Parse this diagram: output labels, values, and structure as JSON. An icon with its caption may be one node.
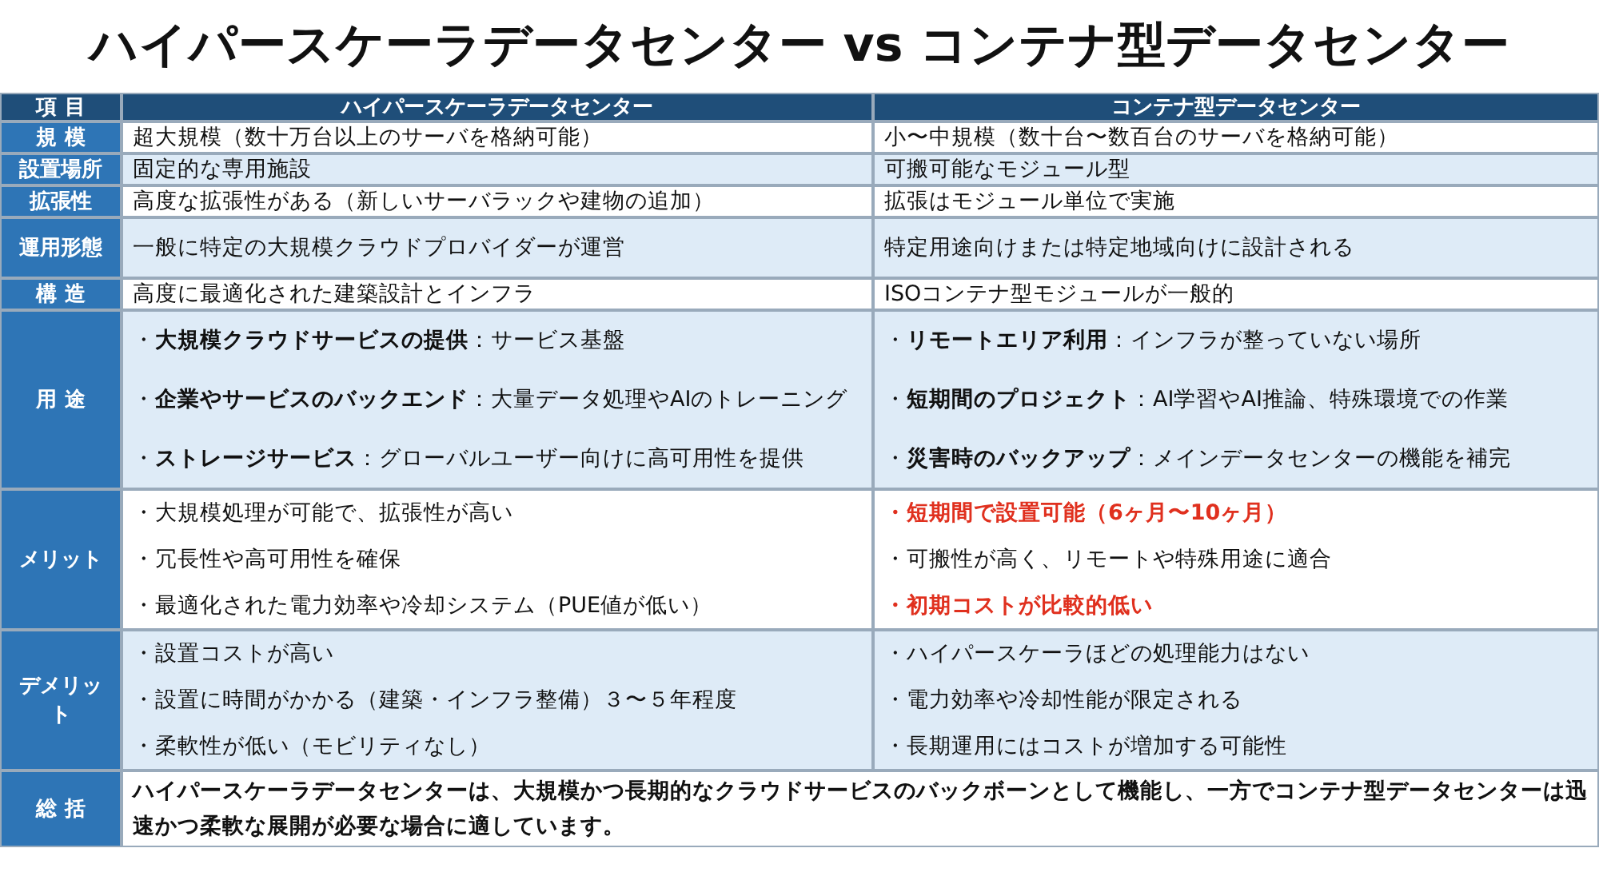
{
  "diagram": {
    "title": "ハイパースケーラデータセンター vs コンテナ型データセンター",
    "labels": [
      "項 目",
      "ハイパースケーラデータセンター",
      "コンテナ型データセンター",
      "規 模",
      "超大規模（数十万台以上のサーバを格納可能）",
      "小〜中規模（数十台〜数百台のサーバを格納可能）",
      "設置場所",
      "固定的な専用施設",
      "可搬可能なモジュール型",
      "拡張性",
      "高度な拡張性がある（新しいサーバラックや建物の追加）",
      "拡張はモジュール単位で実施",
      "運用形態",
      "一般に特定の大規模クラウドプロバイダーが運営",
      "特定用途向けまたは特定地域向けに設計される",
      "構 造",
      "高度に最適化された建築設計とインフラ",
      "ISOコンテナ型モジュールが一般的",
      "用 途",
      "・**大規模クラウドサービスの提供**：サービス基盤",
      "・**企業やサービスのバックエンド**：大量データ処理やAIのトレーニング",
      "・**ストレージサービス**：グローバルユーザー向けに高可用性を提供",
      "・**リモートエリア利用**：インフラが整っていない場所",
      "・**短期間のプロジェクト**：AI学習やAI推論、特殊環境での作業",
      "・**災害時のバックアップ**：メインデータセンターの機能を補完",
      "メリット",
      "・大規模処理が可能で、拡張性が高い",
      "・冗長性や高可用性を確保",
      "・最適化された電力効率や冷却システム（PUE値が低い）",
      "・短期間で設置可能（6ヶ月〜10ヶ月）",
      "・可搬性が高く、リモートや特殊用途に適合",
      "・初期コストが比較的低い",
      "デメリット",
      "・設置コストが高い",
      "・設置に時間がかかる（建築・インフラ整備）３〜５年程度",
      "・柔軟性が低い（モビリティなし）",
      "・ハイパースケーラほどの処理能力はない",
      "・電力効率や冷却性能が限定される",
      "・長期運用にはコストが増加する可能性",
      "総 括",
      "ハイパースケーラデータセンターは、大規模かつ長期的なクラウドサービスのバックボーンとして機能し、一方でコンテナ型データセンターは迅速かつ柔軟な展開が必要な場合に適しています。"
    ]
  }
}
